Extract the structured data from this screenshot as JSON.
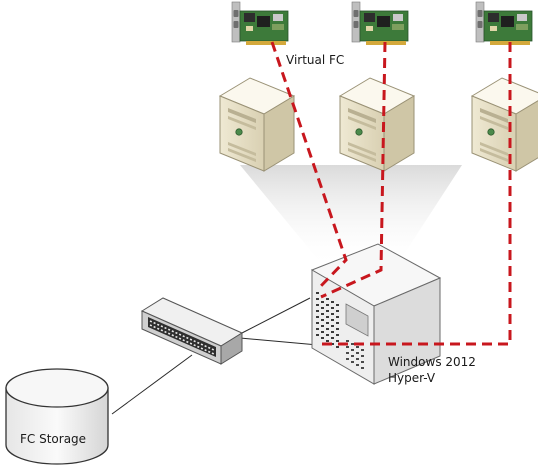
{
  "labels": {
    "virtual_fc": "Virtual FC",
    "hyperv_line1": "Windows 2012",
    "hyperv_line2": "Hyper-V",
    "storage": "FC Storage"
  },
  "colors": {
    "virtual_link": "#c8171e",
    "physical_link": "#2a2a2a",
    "pcb_green": "#3d7a3a",
    "server_body": "#ede6cf",
    "host_body": "#f2f2f2"
  },
  "icons": {
    "hba": "fc-hba-card-icon",
    "vm": "vm-tower-server-icon",
    "host": "hyperv-host-server-icon",
    "switch": "fc-switch-icon",
    "storage": "storage-drum-icon"
  }
}
